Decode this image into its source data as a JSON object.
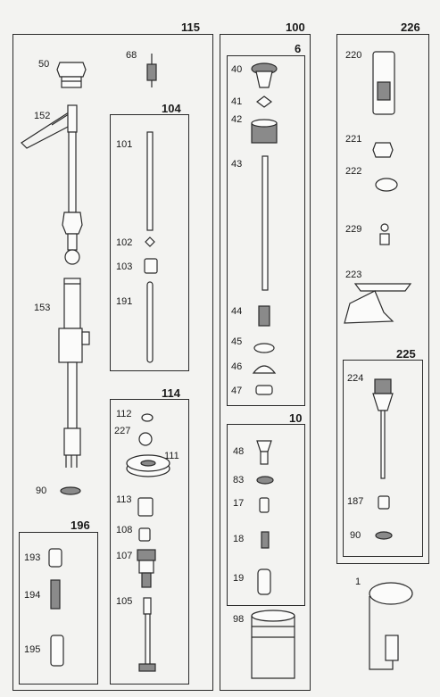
{
  "groups": [
    {
      "key": "g115",
      "title": "115"
    },
    {
      "key": "g104",
      "title": "104"
    },
    {
      "key": "g114",
      "title": "114"
    },
    {
      "key": "g196",
      "title": "196"
    },
    {
      "key": "g100",
      "title": "100"
    },
    {
      "key": "g6",
      "title": "6"
    },
    {
      "key": "g10",
      "title": "10"
    },
    {
      "key": "g226",
      "title": "226"
    },
    {
      "key": "g225",
      "title": "225"
    }
  ],
  "labels": {
    "p50": "50",
    "p68": "68",
    "p152": "152",
    "p153": "153",
    "p90a": "90",
    "p101": "101",
    "p102": "102",
    "p103": "103",
    "p191": "191",
    "p112": "112",
    "p227": "227",
    "p111": "111",
    "p113": "113",
    "p108": "108",
    "p107": "107",
    "p105": "105",
    "p193": "193",
    "p194": "194",
    "p195": "195",
    "p40": "40",
    "p41": "41",
    "p42": "42",
    "p43": "43",
    "p44": "44",
    "p45": "45",
    "p46": "46",
    "p47": "47",
    "p48": "48",
    "p83": "83",
    "p17": "17",
    "p18": "18",
    "p19": "19",
    "p98": "98",
    "p220": "220",
    "p221": "221",
    "p222": "222",
    "p229": "229",
    "p223": "223",
    "p224": "224",
    "p187": "187",
    "p90b": "90",
    "p1": "1"
  }
}
